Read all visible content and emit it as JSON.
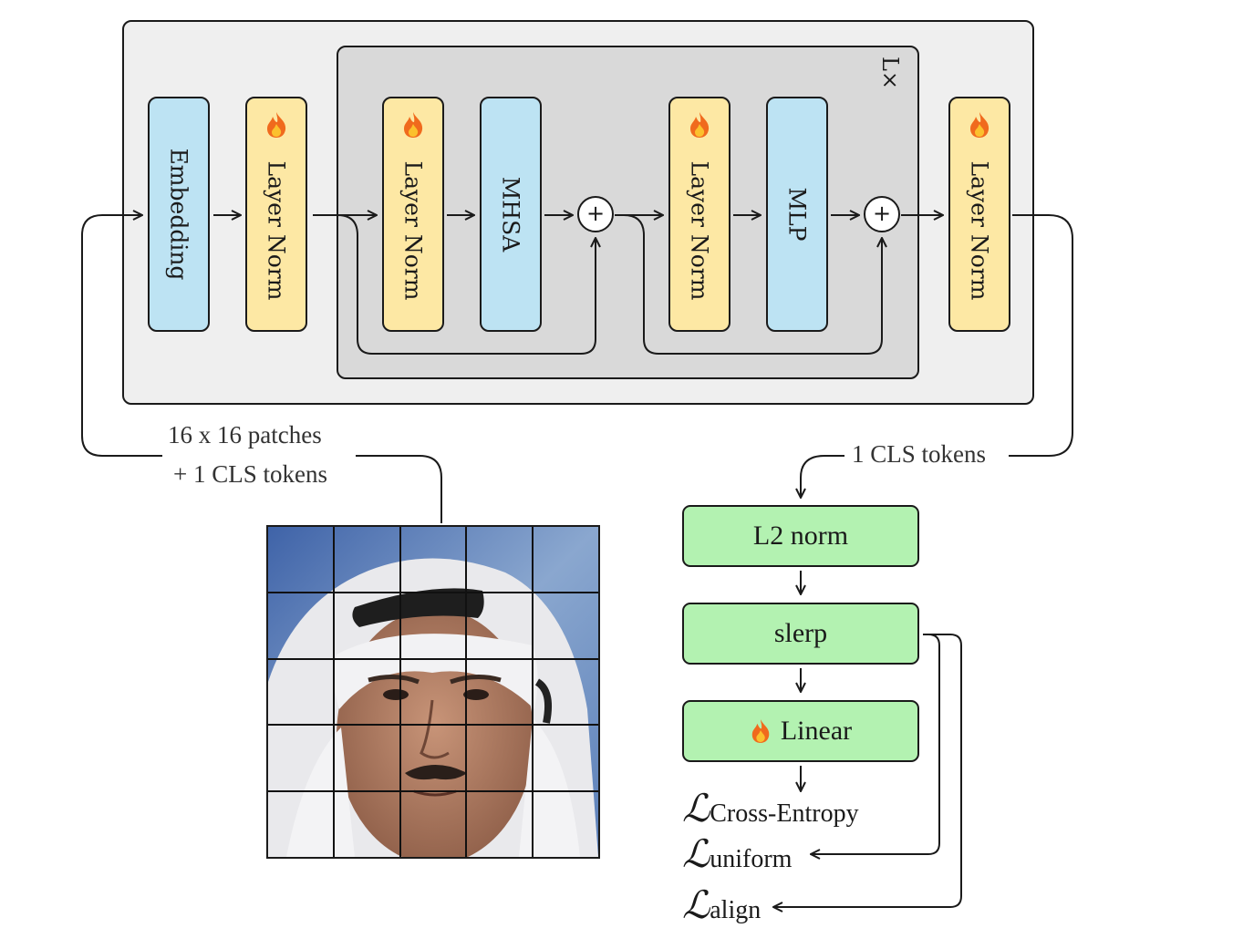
{
  "encoder": {
    "embedding_label": "Embedding",
    "layer_norm_label": "Layer Norm",
    "mhsa_label": "MHSA",
    "mlp_label": "MLP",
    "repeat_label": "L×",
    "plus_symbol": "+"
  },
  "input": {
    "patches_line1": "16 x 16 patches",
    "patches_line2": "+ 1 CLS tokens"
  },
  "output": {
    "cls_label": "1 CLS tokens"
  },
  "head": {
    "l2_norm_label": "L2 norm",
    "slerp_label": "slerp",
    "linear_label": "Linear"
  },
  "losses": {
    "symbol": "ℒ",
    "cross_entropy": "Cross-Entropy",
    "uniform": "uniform",
    "align": "align"
  },
  "colors": {
    "embedding_block": "#bde3f3",
    "layer_norm_block": "#fde8a4",
    "head_block": "#b3f2b1",
    "outer_panel": "#efefef",
    "inner_panel": "#d9d9d9"
  },
  "icons": {
    "trainable": "flame-icon"
  }
}
